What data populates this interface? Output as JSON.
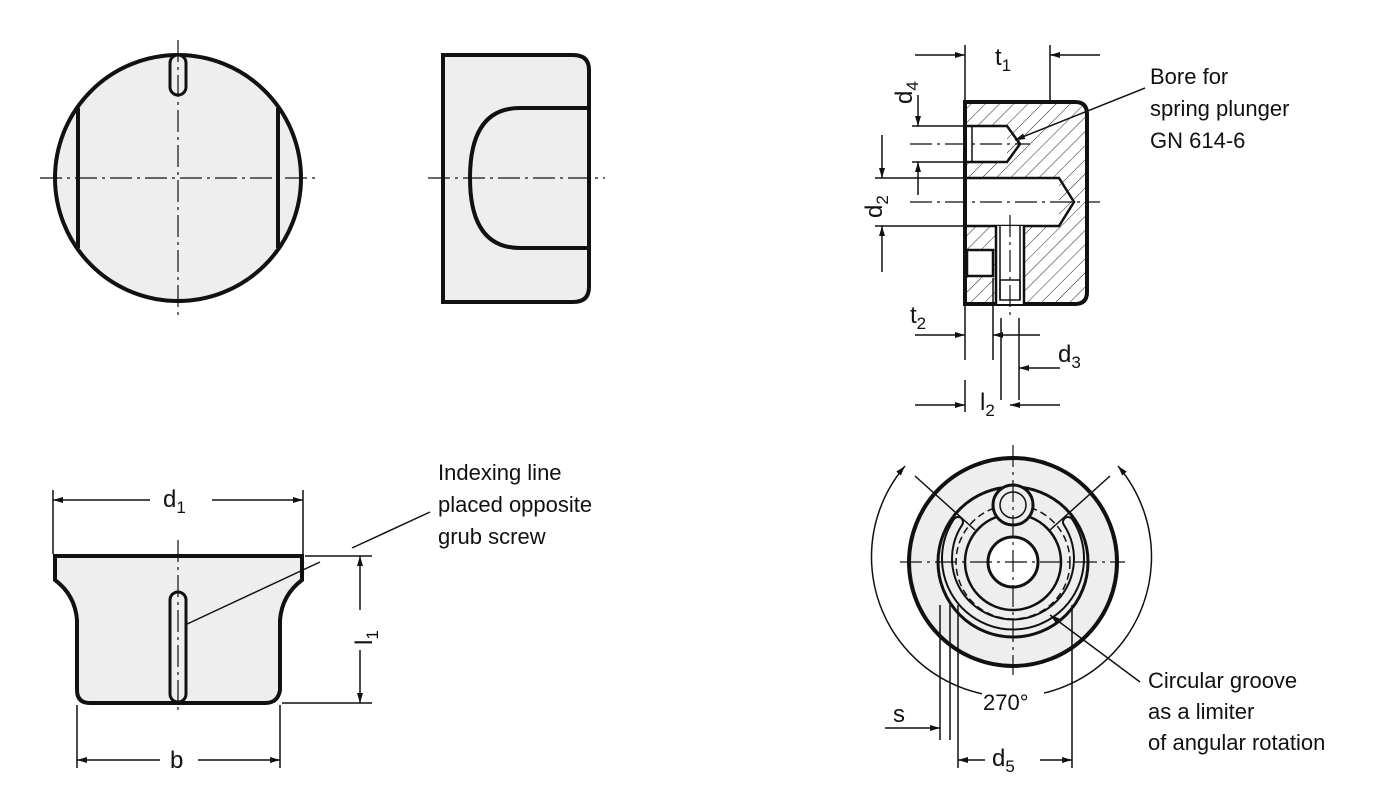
{
  "labels": {
    "d1_main": "d",
    "d1_sub": "1",
    "b": "b",
    "l1_main": "l",
    "l1_sub": "1",
    "t1_main": "t",
    "t1_sub": "1",
    "d4_main": "d",
    "d4_sub": "4",
    "d2_main": "d",
    "d2_sub": "2",
    "t2_main": "t",
    "t2_sub": "2",
    "d3_main": "d",
    "d3_sub": "3",
    "l2_main": "l",
    "l2_sub": "2",
    "s": "s",
    "d5_main": "d",
    "d5_sub": "5",
    "angle": "270°"
  },
  "notes": {
    "indexing": [
      "Indexing line",
      "placed opposite",
      "grub screw"
    ],
    "bore": [
      "Bore for",
      "spring plunger",
      "GN 614-6"
    ],
    "groove": [
      "Circular groove",
      "as a limiter",
      "of angular rotation"
    ]
  }
}
